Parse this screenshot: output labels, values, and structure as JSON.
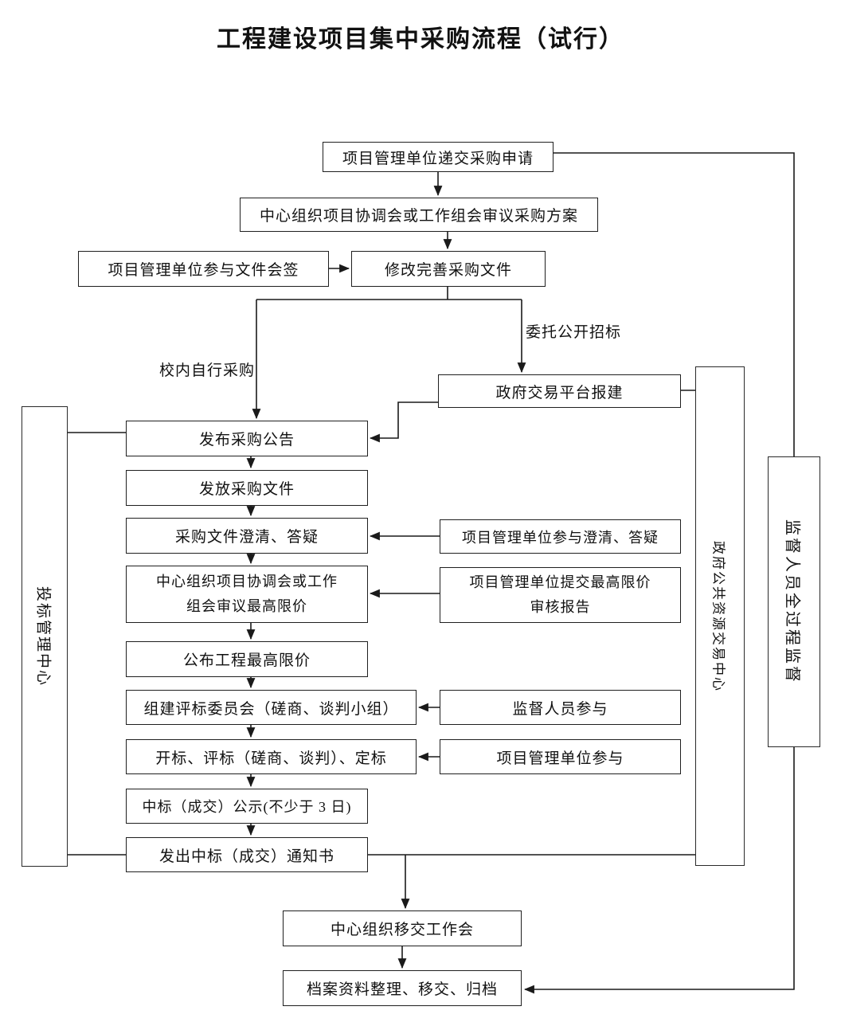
{
  "title": "工程建设项目集中采购流程（试行）",
  "nodes": {
    "submit_request": "项目管理单位递交采购申请",
    "review_plan": "中心组织项目协调会或工作组会审议采购方案",
    "countersign": "项目管理单位参与文件会签",
    "revise_docs": "修改完善采购文件",
    "platform_register": "政府交易平台报建",
    "publish_notice": "发布采购公告",
    "issue_docs": "发放采购文件",
    "clarify_docs": "采购文件澄清、答疑",
    "review_price_cap": "中心组织项目协调会或工作组会审议最高限价",
    "publish_price_cap": "公布工程最高限价",
    "form_committee": "组建评标委员会（磋商、谈判小组）",
    "bid_opening": "开标、评标（磋商、谈判）、定标",
    "award_publicity": "中标（成交）公示(不少于 3 日)",
    "award_notice": "发出中标（成交）通知书",
    "participate_clarify": "项目管理单位参与澄清、答疑",
    "submit_price_report": "项目管理单位提交最高限价审核报告",
    "supervisor_participate": "监督人员参与",
    "unit_participate": "项目管理单位参与",
    "handover_meeting": "中心组织移交工作会",
    "archive": "档案资料整理、移交、归档"
  },
  "branch_labels": {
    "self_procurement": "校内自行采购",
    "public_tender": "委托公开招标"
  },
  "lanes": {
    "bidding_center": "投标管理中心",
    "public_resource_center": "政府公共资源交易中心",
    "supervision": "监督人员全过程监督"
  },
  "colors": {
    "line": "#1a1a1a",
    "box_border": "#1f1f1f",
    "background": "#ffffff",
    "text": "#111111"
  }
}
